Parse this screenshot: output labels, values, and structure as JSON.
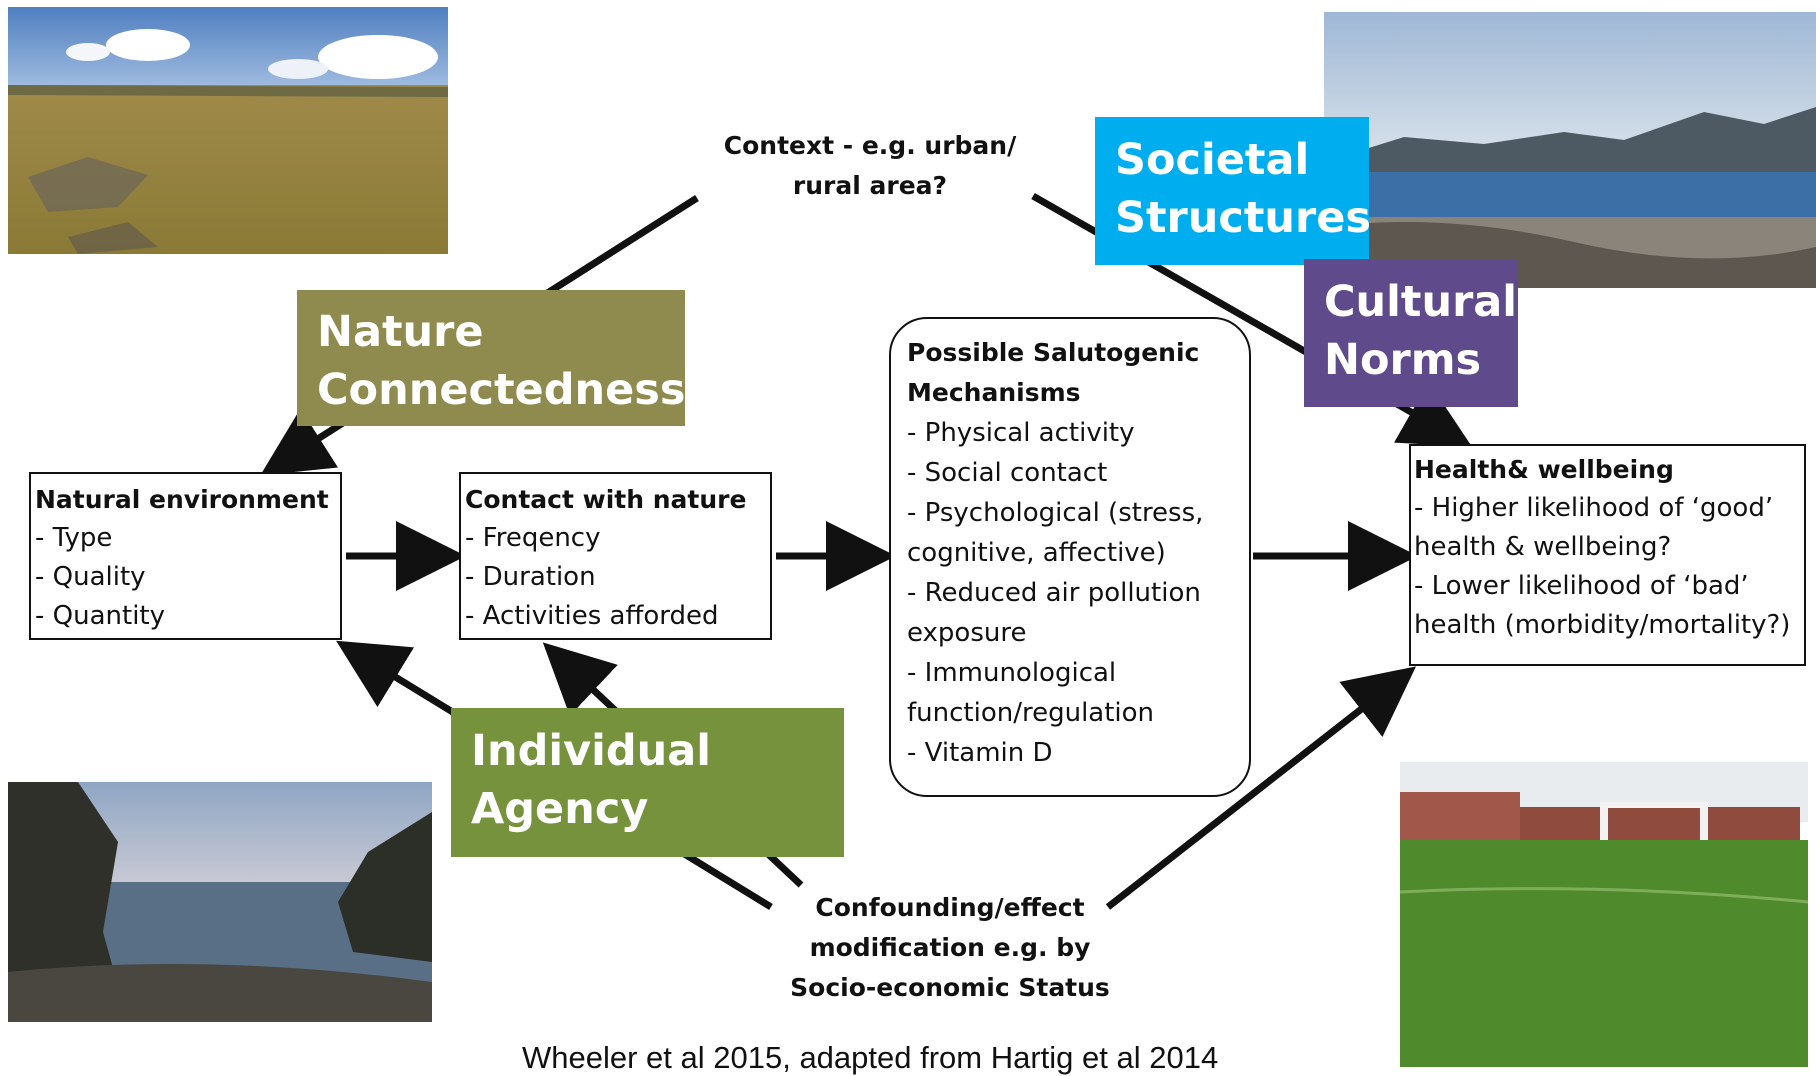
{
  "context_note": {
    "line1": "Context - e.g. urban/",
    "line2": "rural area?"
  },
  "confounding_note": {
    "line1": "Confounding/effect",
    "line2": "modification e.g. by",
    "line3": "Socio-economic Status"
  },
  "natural_environment": {
    "heading": "Natural environment",
    "items": [
      "- Type",
      "- Quality",
      "- Quantity"
    ]
  },
  "contact_with_nature": {
    "heading": "Contact with nature",
    "items": [
      "- Freqency",
      "- Duration",
      "- Activities afforded"
    ]
  },
  "mechanisms": {
    "heading_line1": "Possible Salutogenic",
    "heading_line2": "Mechanisms",
    "items": [
      "- Physical activity",
      "- Social contact",
      "- Psychological (stress,",
      "cognitive, affective)",
      "- Reduced air pollution",
      "exposure",
      "- Immunological",
      "function/regulation",
      "- Vitamin D"
    ]
  },
  "health": {
    "heading": "Health& wellbeing",
    "items": [
      "- Higher likelihood of ‘good’",
      "health & wellbeing?",
      "- Lower likelihood of ‘bad’",
      "health (morbidity/mortality?)"
    ]
  },
  "labels": {
    "nature_connectedness": {
      "line1": "Nature",
      "line2": "Connectedness",
      "color": "#8f8a4e"
    },
    "societal_structures": {
      "line1": "Societal",
      "line2": "Structures",
      "color": "#00aeef"
    },
    "cultural_norms": {
      "line1": "Cultural",
      "line2": "Norms",
      "color": "#5f4b8b"
    },
    "individual_agency": {
      "line1": "Individual",
      "line2": "Agency",
      "color": "#76923c"
    }
  },
  "caption": "Wheeler et al 2015, adapted from Hartig et al 2014"
}
